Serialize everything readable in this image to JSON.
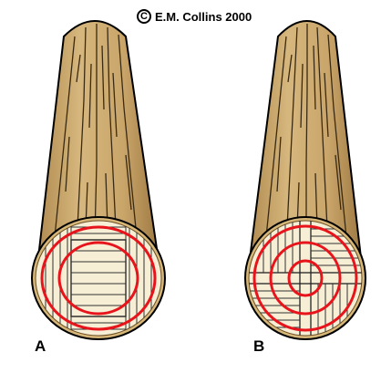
{
  "credit": {
    "symbol": "C",
    "text": "E.M. Collins 2000"
  },
  "logs": [
    {
      "label": "A",
      "cut_pattern": "quarter-sawn-center-block",
      "ring_count": 2
    },
    {
      "label": "B",
      "cut_pattern": "radial-quarter-sawn",
      "ring_count": 3
    }
  ],
  "colors": {
    "bark": "#c9a56a",
    "bark_shadow": "#8a6a3a",
    "bark_outline": "#000000",
    "end_grain": "#f6efd6",
    "end_rim": "#d6b779",
    "growth_ring": "#e8141c",
    "cut_lines": "#333333"
  }
}
